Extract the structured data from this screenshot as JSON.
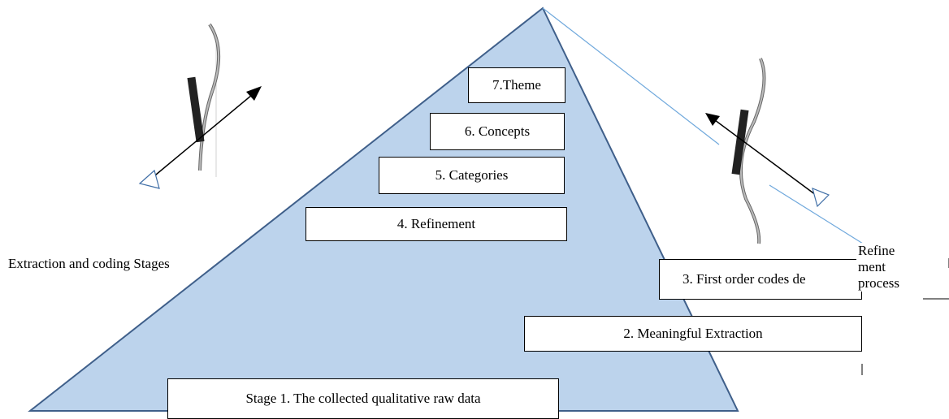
{
  "diagram": {
    "side_label": "Extraction and coding Stages",
    "stages": {
      "s7": "7.Theme",
      "s6": "6. Concepts",
      "s5": "5. Categories",
      "s4": "4. Refinement",
      "s3": "3. First order codes de",
      "s2": "2. Meaningful Extraction",
      "s1": "Stage 1. The collected qualitative raw data"
    },
    "refinement_note": [
      "Refine",
      "ment",
      "process"
    ],
    "icons": [
      "bow-and-arrow-icon",
      "bow-and-arrow-icon"
    ],
    "colors": {
      "pyramid_fill": "#bcd3ec",
      "pyramid_stroke": "#3f5f8a",
      "line": "#6fa8dc"
    }
  }
}
